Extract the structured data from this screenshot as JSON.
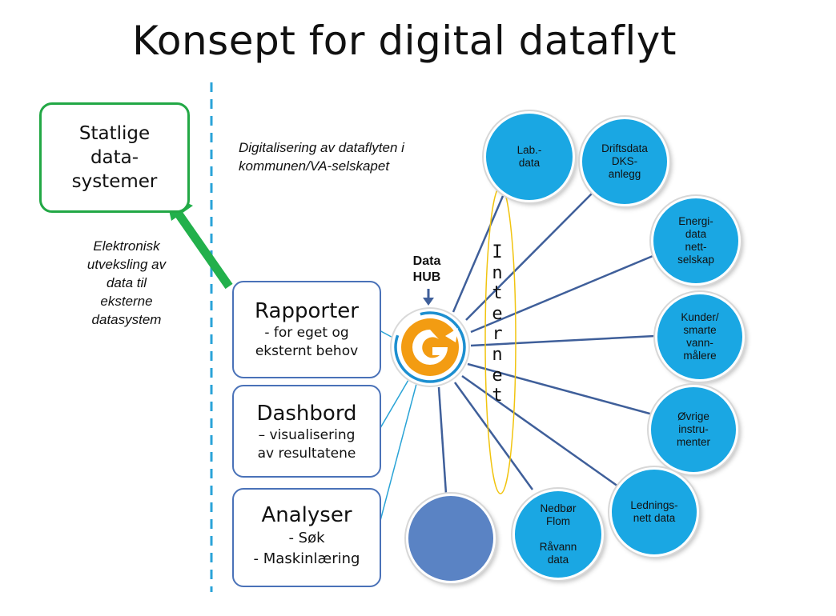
{
  "title": "Konsept for digital dataflyt",
  "external": {
    "box": "Statlige\ndata-\nsystemer",
    "note": "Elektronisk\nutveksling av\ndata til\neksterne\ndatasystem"
  },
  "internal_note": "Digitalisering av dataflyten i\nkommunen/VA-selskapet",
  "outputs": [
    {
      "heading": "Rapporter",
      "sub": "- for eget og\neksternt behov"
    },
    {
      "heading": "Dashbord",
      "sub": "– visualisering\nav resultatene"
    },
    {
      "heading": "Analyser",
      "sub": "- Søk\n- Maskinlæring"
    }
  ],
  "hub": {
    "label": "Data\nHUB",
    "logo": "g-logo-icon"
  },
  "internet_label": [
    "I",
    "n",
    "t",
    "e",
    "r",
    "n",
    "e",
    "t"
  ],
  "sources": [
    "Lab.-\ndata",
    "Driftsdata\nDKS-\nanlegg",
    "Energi-\ndata\nnett-\nselskap",
    "Kunder/\nsmarte\nvann-\nmålere",
    "Øvrige\ninstru-\nmenter",
    "Lednings-\nnett data",
    "Nedbør\nFlom\n\nRåvann\ndata",
    ""
  ],
  "colors": {
    "node_fill": "#1aa7e3",
    "blank_node_fill": "#5a83c4",
    "connector": "#3f5f9a",
    "arrow": "#22b04b",
    "dashed_divider": "#2aa3d8",
    "internet_ellipse": "#f1c40f",
    "hub_orange": "#f39c12"
  }
}
